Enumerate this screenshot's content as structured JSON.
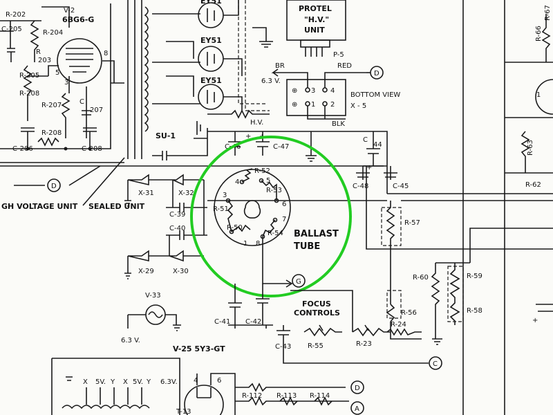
{
  "labels": {
    "r202": "R-202",
    "v": "V-2",
    "c205": "C-205",
    "r204": "R-204",
    "tube_6bg6": "6BG6-G",
    "r203": "R",
    "r203n": "203",
    "r205": "R-205",
    "r208a": "R-208",
    "r207": "R-207",
    "c207": "207",
    "c207c": "C",
    "r208b": "R-208",
    "c206": "C-206",
    "c208": "C-208",
    "pin8": "8",
    "pin5": "5",
    "pin3": "3",
    "ey51a": "EY51",
    "ey51b": "EY51",
    "ey51c": "EY51",
    "su1": "SU-1",
    "hv": "H.V.",
    "protel1": "PROTEL",
    "protel2": "\"H.V.\"",
    "protel3": "UNIT",
    "p5": "P-5",
    "br": "BR",
    "red": "RED",
    "v63a": "6.3 V.",
    "bottom_view": "BOTTOM VIEW",
    "x5": "X - 5",
    "blk": "BLK",
    "p3": "3",
    "p4": "4",
    "p1": "1",
    "p2": "2",
    "c46": "C-46",
    "c47": "C-47",
    "c44a": "C",
    "c44b": "44",
    "c48": "C-48",
    "c45": "C-45",
    "x31": "X-31",
    "x32": "X-32",
    "c39": "C-39",
    "c40": "C-40",
    "x29": "X-29",
    "x30": "X-30",
    "high_voltage_unit": "GH VOLTAGE UNIT",
    "sealed_unit": "SEALED UNIT",
    "r52": "R-52",
    "r53": "R-53",
    "r51": "R-51",
    "r50": "R-50",
    "r54": "R-54",
    "b4": "4",
    "b5": "5",
    "b3": "3",
    "b6": "6",
    "b7": "7",
    "b1": "1",
    "b8": "8",
    "ballast1": "BALLAST",
    "ballast2": "TUBE",
    "r57": "R-57",
    "r60": "R-60",
    "r59": "R-59",
    "r58": "R-58",
    "r56": "R-56",
    "r24": "R-24",
    "focus1": "FOCUS",
    "focus2": "CONTROLS",
    "r55": "R-55",
    "r23": "R-23",
    "v33": "V-33",
    "v63b": "6.3 V.",
    "c41": "C-41",
    "c42": "C-42",
    "c43": "C-43",
    "v25": "V-25  5Y3-GT",
    "t13": "T-13",
    "r112": "R-112",
    "r113": "R-113",
    "r114": "R-114",
    "r66": "R-66",
    "r67": "R-67",
    "r63": "R-63",
    "r62": "R-62",
    "r1": "1",
    "s5v": "5V.",
    "sx": "X",
    "sy": "Y",
    "s63": "6.3V.",
    "sx2": "X",
    "s5v2": "5V.",
    "sy2": "Y",
    "pin4": "4",
    "pin6": "6"
  },
  "connectors": {
    "d1": "D",
    "d2": "D",
    "d3": "D",
    "g": "G",
    "c": "C",
    "a": "A"
  },
  "highlight": {
    "color": "#22cc22",
    "target": "BALLAST TUBE"
  }
}
